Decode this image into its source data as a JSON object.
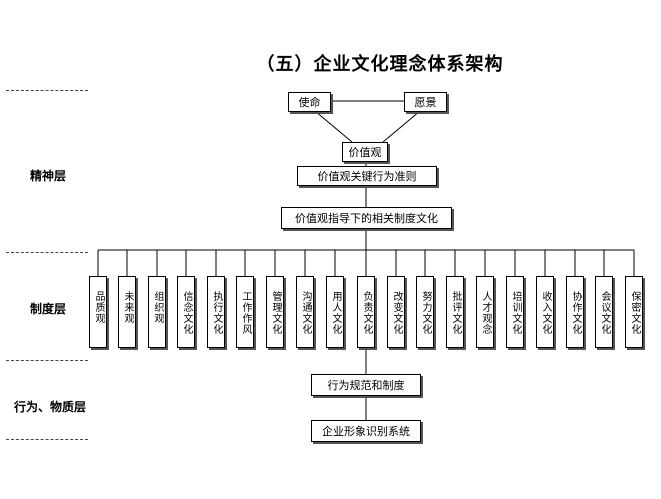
{
  "title": "（五）企业文化理念体系架构",
  "layers": {
    "spirit": "精神层",
    "system": "制度层",
    "behavior": "行为、物质层"
  },
  "nodes": {
    "mission": "使命",
    "vision": "愿景",
    "values": "价值观",
    "values_key": "价值观关键行为准则",
    "values_system": "价值观指导下的相关制度文化",
    "behavior_norms": "行为规范和制度",
    "vi_system": "企业形象识别系统"
  },
  "system_items": [
    "品质观",
    "未来观",
    "组织观",
    "信念文化",
    "执行文化",
    "工作作风",
    "管理文化",
    "沟通文化",
    "用人文化",
    "负责文化",
    "改变文化",
    "努力文化",
    "批评文化",
    "人才观念",
    "培训文化",
    "收入文化",
    "协作文化",
    "会议文化",
    "保密文化"
  ]
}
